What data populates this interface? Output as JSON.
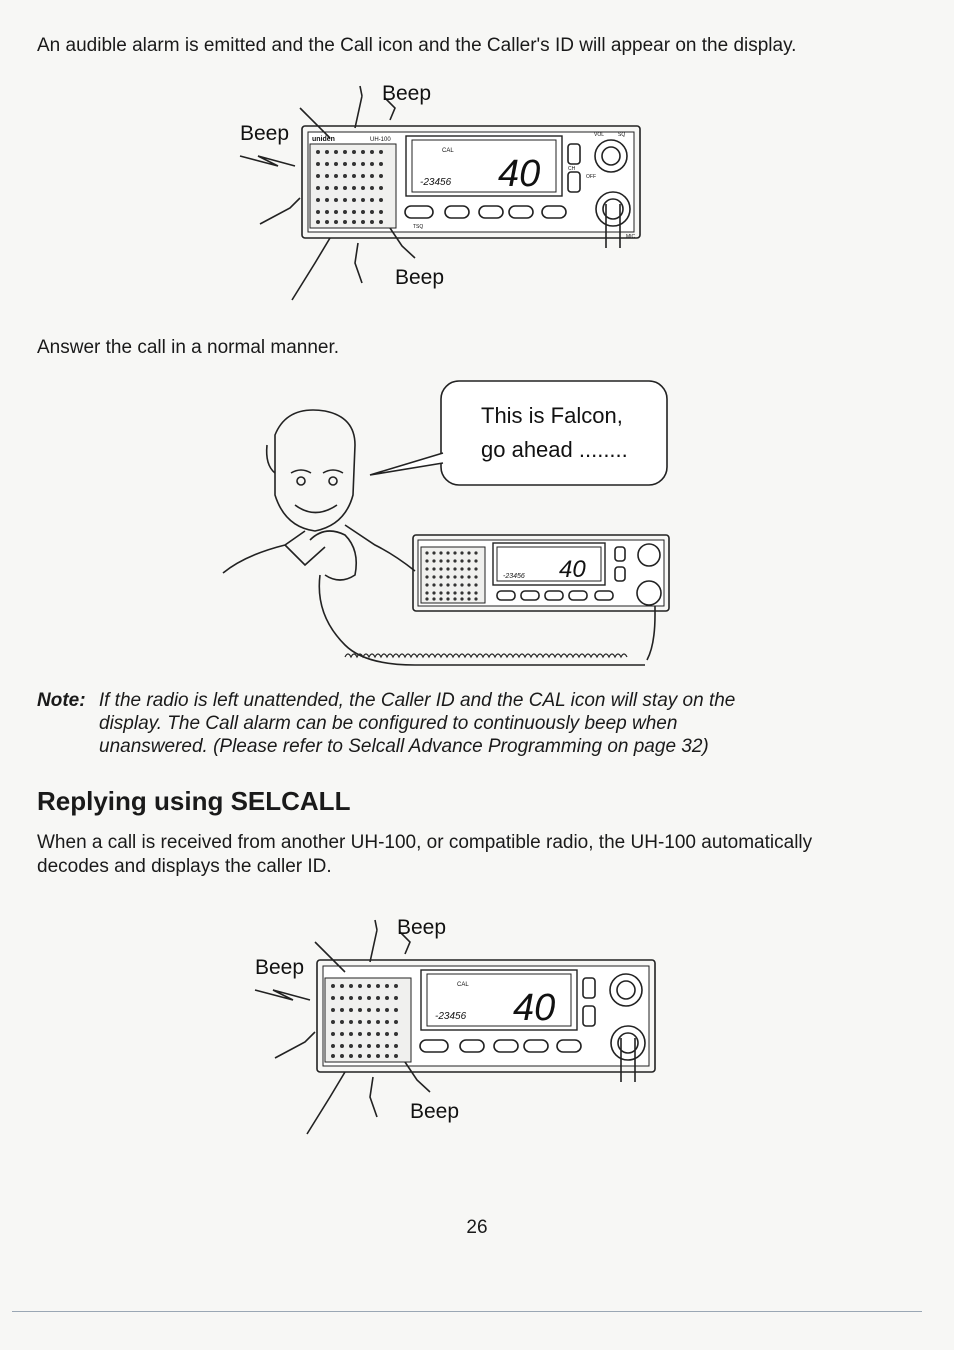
{
  "paragraphs": {
    "p1": "An audible alarm is emitted and the Call icon and the Caller's ID will appear on the display.",
    "p2": "Answer the call in a normal manner.",
    "p3": "When a call is received from another UH-100, or compatible radio, the UH-100 automatically decodes and displays the caller ID."
  },
  "figure1": {
    "beep_top": "Beep",
    "beep_left": "Beep",
    "beep_bottom": "Beep",
    "brand": "uniden",
    "model": "UH-100",
    "lcd_cal": "CAL",
    "lcd_channel": "40",
    "lcd_id": "-23456",
    "label_vol": "VOL",
    "label_sq": "SQ",
    "label_ch": "CH",
    "label_off": "OFF",
    "label_mic": "MIC",
    "label_tsq": "TSQ"
  },
  "figure2": {
    "speech_line1": "This is Falcon,",
    "speech_line2": "go ahead ........",
    "lcd_channel": "40",
    "lcd_id": "-23456"
  },
  "note": {
    "label": "Note:",
    "line1": "If the radio is left unattended, the Caller ID and the CAL icon will stay on the",
    "line2": "display. The Call alarm can be configured to continuously beep when",
    "line3": "unanswered. (Please refer to Selcall Advance Programming on page 32)"
  },
  "heading": "Replying using SELCALL",
  "figure3": {
    "beep_top": "Beep",
    "beep_left": "Beep",
    "beep_bottom": "Beep",
    "lcd_cal": "CAL",
    "lcd_channel": "40",
    "lcd_id": "-23456"
  },
  "page_number": "26"
}
